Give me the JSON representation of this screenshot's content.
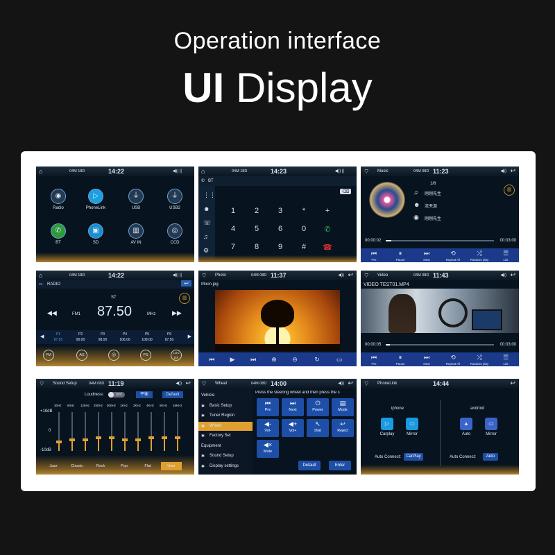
{
  "header": {
    "line1": "Operation interface",
    "line2_bold": "UI",
    "line2_rest": " Display"
  },
  "home": {
    "date": "04M 18D",
    "time": "14:22",
    "apps": [
      {
        "label": "Radio",
        "icon": "radio-icon"
      },
      {
        "label": "PhoneLink",
        "icon": "phonelink-icon"
      },
      {
        "label": "USB",
        "icon": "usb-icon"
      },
      {
        "label": "USB2",
        "icon": "usb-icon"
      },
      {
        "label": "BT",
        "icon": "phone-icon"
      },
      {
        "label": "SD",
        "icon": "sd-icon"
      },
      {
        "label": "AV IN",
        "icon": "av-in-icon"
      },
      {
        "label": "CCD",
        "icon": "camera-icon"
      }
    ]
  },
  "bt": {
    "date": "04M 18D",
    "time": "14:23",
    "title": "BT",
    "keys": [
      "1",
      "2",
      "3",
      "*",
      "+",
      "4",
      "5",
      "6",
      "0",
      "",
      "7",
      "8",
      "9",
      "#",
      ""
    ]
  },
  "music": {
    "title": "Music",
    "date": "04M 08D",
    "time": "11:23",
    "track_count": "1/8",
    "lines": [
      "刚刚先生",
      "流天涯",
      "刚刚先生"
    ],
    "elapsed": "00:00:02",
    "total": "00:03:00",
    "progress": 0.05,
    "controls": [
      "Pre",
      "Pause",
      "Next",
      "Repeat All",
      "Random play",
      "List"
    ]
  },
  "radio": {
    "date": "04M 18D",
    "time": "14:22",
    "title": "RADIO",
    "st": "ST",
    "band": "FM1",
    "freq": "87.50",
    "unit": "MHz",
    "presets": [
      {
        "p": "P1",
        "f": "87.50"
      },
      {
        "p": "P2",
        "f": "90.00"
      },
      {
        "p": "P3",
        "f": "98.00"
      },
      {
        "p": "P4",
        "f": "106.00"
      },
      {
        "p": "P5",
        "f": "108.00"
      },
      {
        "p": "P6",
        "f": "87.50"
      }
    ],
    "bottom": [
      "FM",
      "AS",
      "PS",
      "LOC DX"
    ]
  },
  "photo": {
    "title": "Photo",
    "date": "04M 08D",
    "time": "11:37",
    "file": "Moon.jpg"
  },
  "video": {
    "title": "Video",
    "date": "04M 08D",
    "time": "11:43",
    "file": "VIDEO TEST01.MP4",
    "elapsed": "00:00:05",
    "total": "00:03:00",
    "progress": 0.04,
    "controls": [
      "Pre",
      "Pause",
      "Next",
      "Repeat All",
      "Random play",
      "List"
    ]
  },
  "sound": {
    "title": "Sound Setup",
    "date": "04M 08D",
    "time": "11:19",
    "loudness": "Loudness:",
    "loud_state": "OFF",
    "mode": "平衡",
    "default": "Default",
    "bands": [
      "30Hz",
      "60Hz",
      "125Hz",
      "250Hz",
      "500Hz",
      "1KHz",
      "2KHz",
      "4KHz",
      "8KHz",
      "16KHz"
    ],
    "ytop": "+10dB",
    "ymid": "0",
    "ybot": "-10dB",
    "levels": [
      0.2,
      0.25,
      0.25,
      0.3,
      0.3,
      0.25,
      0.25,
      0.3,
      0.3,
      0.3
    ],
    "presets": [
      "Jazz",
      "Classic",
      "Rock",
      "Pop",
      "Flat",
      "User"
    ]
  },
  "wheel": {
    "title": "Wheel",
    "date": "04M 08D",
    "time": "14:00",
    "hint": "Press the steering wheel and then press the s",
    "menu": [
      "Vehicle",
      "Basic Setup",
      "Tuner Region",
      "Wheel",
      "Factory Set",
      "Equipment",
      "Sound Setup",
      "Display settings"
    ],
    "buttons": [
      "Pre",
      "Next",
      "Power",
      "Mode",
      "Vol-",
      "Vol+",
      "Dial",
      "Reject",
      "Mute"
    ],
    "default": "Default",
    "enter": "Enter"
  },
  "phonelink": {
    "title": "PhoneLink",
    "time": "14:44",
    "iphone": "iphone",
    "android": "android",
    "left": [
      "Carplay",
      "Mirror"
    ],
    "right": [
      "Auto",
      "Mirror"
    ],
    "auto_connect": "Auto Connect:",
    "left_val": "CarPlay",
    "right_val": "Auto"
  }
}
